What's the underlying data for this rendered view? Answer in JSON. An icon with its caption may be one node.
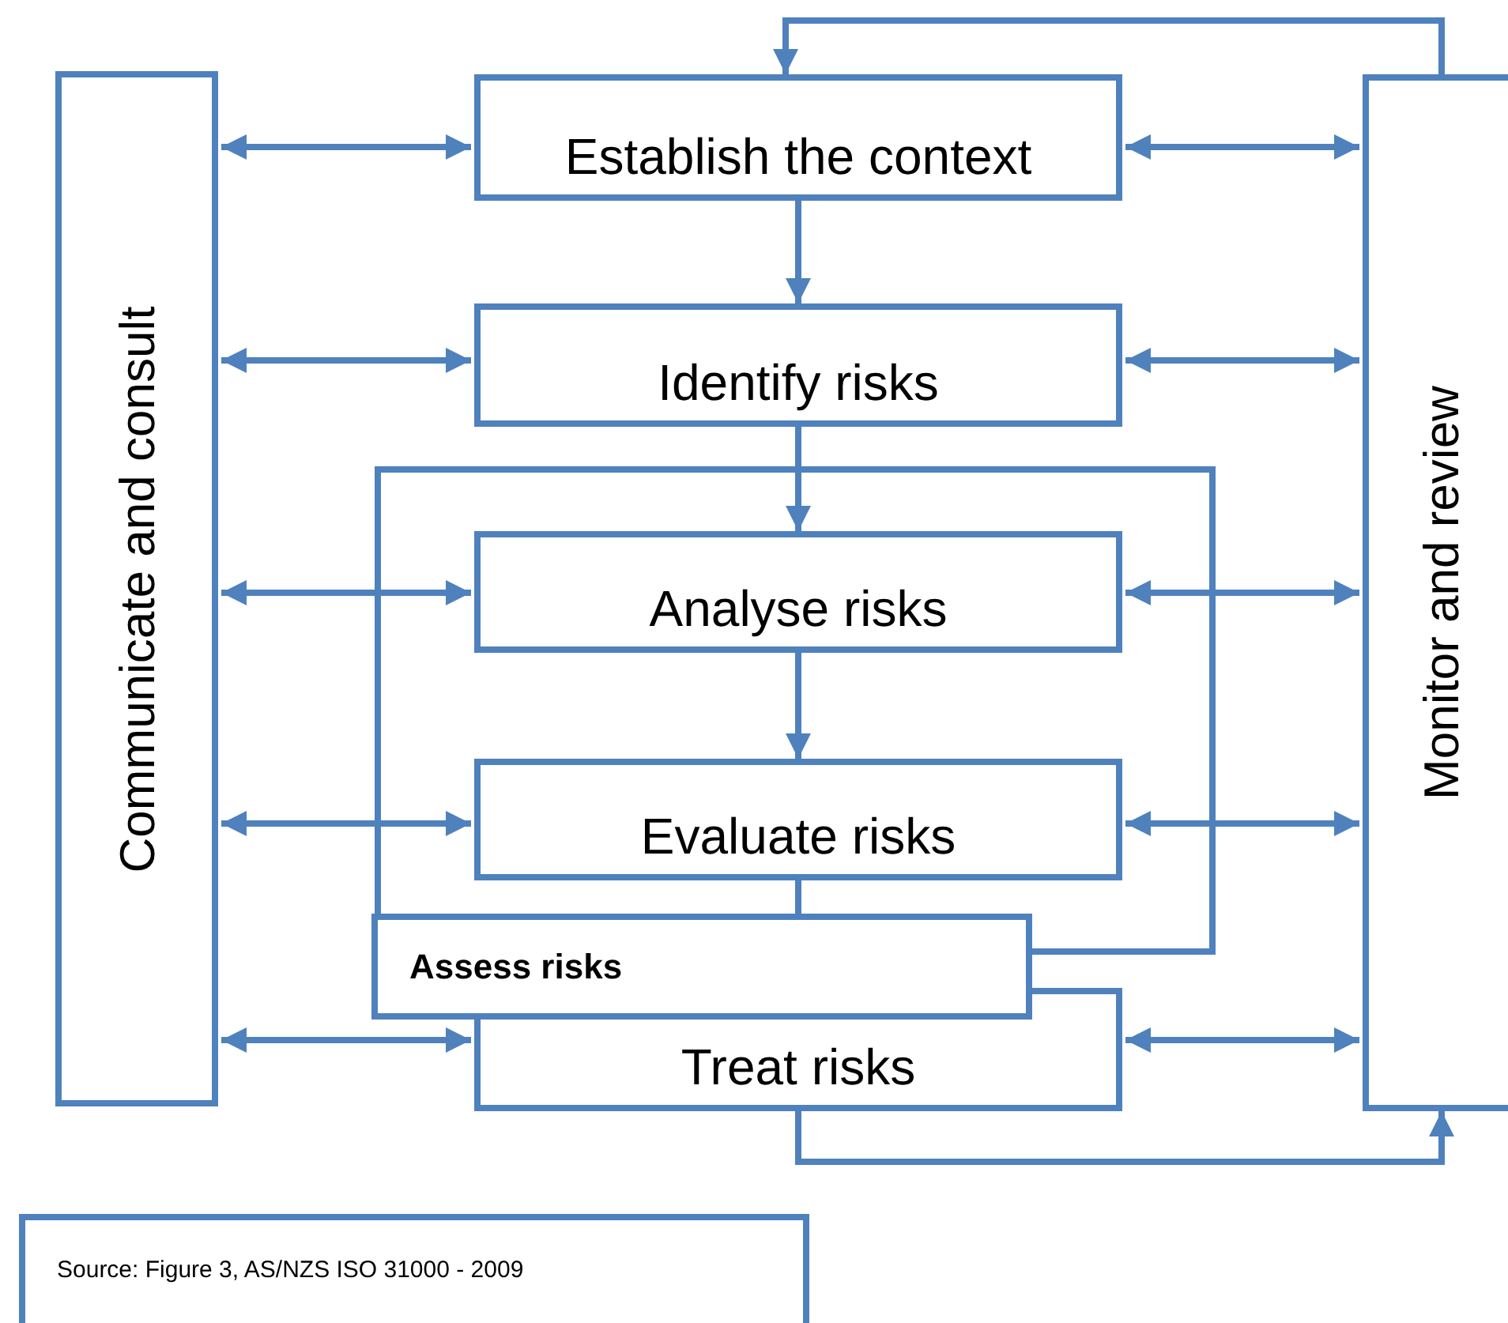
{
  "diagram": {
    "nodes": [
      {
        "text": [
          "Communicate and consult"
        ]
      },
      {
        "text": [
          "Establish the context"
        ]
      },
      {
        "text": [
          "Identify risks"
        ]
      },
      {
        "text": [
          "Assess risks"
        ]
      },
      {
        "text": [
          "Analyse risks"
        ]
      },
      {
        "text": [
          "Evaluate risks"
        ]
      },
      {
        "text": [
          "Treat risks"
        ]
      },
      {
        "text": [
          "Monitor and review"
        ]
      },
      {
        "text": [
          "Source: Figure 3, AS/NZS ISO 31000 - 2009"
        ]
      }
    ],
    "edges": [
      {
        "from": 0,
        "to": 1,
        "arrow": "both"
      },
      {
        "from": 1,
        "to": 7,
        "arrow": "both"
      },
      {
        "from": 1,
        "to": 2,
        "arrow": "to"
      },
      {
        "from": 0,
        "to": 2,
        "arrow": "both"
      },
      {
        "from": 2,
        "to": 7,
        "arrow": "both"
      },
      {
        "from": 2,
        "to": 4,
        "arrow": "to"
      },
      {
        "from": 0,
        "to": 4,
        "arrow": "both"
      },
      {
        "from": 4,
        "to": 7,
        "arrow": "both"
      },
      {
        "from": 4,
        "to": 5,
        "arrow": "to"
      },
      {
        "from": 0,
        "to": 5,
        "arrow": "both"
      },
      {
        "from": 5,
        "to": 7,
        "arrow": "both"
      },
      {
        "from": 5,
        "to": 3,
        "arrow": "none"
      },
      {
        "from": 0,
        "to": 6,
        "arrow": "both"
      },
      {
        "from": 6,
        "to": 7,
        "arrow": "both"
      },
      {
        "from": 6,
        "to": 7,
        "arrow": "to"
      },
      {
        "from": 7,
        "to": 1,
        "arrow": "to"
      }
    ]
  }
}
